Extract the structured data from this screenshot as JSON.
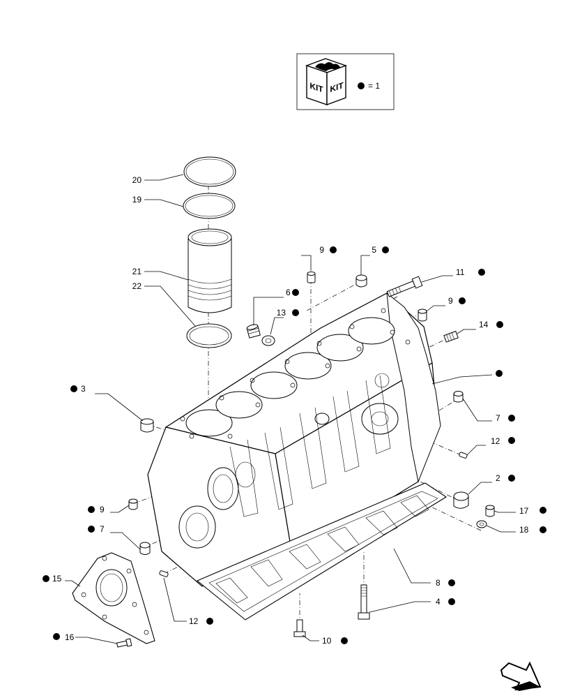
{
  "kit_legend": {
    "icon_text_left": "KIT",
    "icon_text_right": "KIT",
    "equals_text": "= 1"
  },
  "callouts": [
    {
      "id": "c20",
      "number": "20",
      "kit_dot": false
    },
    {
      "id": "c19",
      "number": "19",
      "kit_dot": false
    },
    {
      "id": "c21",
      "number": "21",
      "kit_dot": false
    },
    {
      "id": "c22",
      "number": "22",
      "kit_dot": false
    },
    {
      "id": "c9a",
      "number": "9",
      "kit_dot": true
    },
    {
      "id": "c5",
      "number": "5",
      "kit_dot": true
    },
    {
      "id": "c11",
      "number": "11",
      "kit_dot": true
    },
    {
      "id": "c6",
      "number": "6",
      "kit_dot": true
    },
    {
      "id": "c13",
      "number": "13",
      "kit_dot": true
    },
    {
      "id": "c9b",
      "number": "9",
      "kit_dot": true
    },
    {
      "id": "c14",
      "number": "14",
      "kit_dot": true
    },
    {
      "id": "c1",
      "number": "",
      "kit_dot": true
    },
    {
      "id": "c3",
      "number": "3",
      "kit_dot": true
    },
    {
      "id": "c7a",
      "number": "7",
      "kit_dot": true
    },
    {
      "id": "c12a",
      "number": "12",
      "kit_dot": true
    },
    {
      "id": "c2",
      "number": "2",
      "kit_dot": true
    },
    {
      "id": "c9c",
      "number": "9",
      "kit_dot": true
    },
    {
      "id": "c7b",
      "number": "7",
      "kit_dot": true
    },
    {
      "id": "c17",
      "number": "17",
      "kit_dot": true
    },
    {
      "id": "c18",
      "number": "18",
      "kit_dot": true
    },
    {
      "id": "c15",
      "number": "15",
      "kit_dot": true
    },
    {
      "id": "c8",
      "number": "8",
      "kit_dot": true
    },
    {
      "id": "c4",
      "number": "4",
      "kit_dot": true
    },
    {
      "id": "c16",
      "number": "16",
      "kit_dot": true
    },
    {
      "id": "c12b",
      "number": "12",
      "kit_dot": true
    },
    {
      "id": "c10",
      "number": "10",
      "kit_dot": true
    }
  ],
  "nav_arrow": {
    "icon": "next-page-arrow-icon"
  }
}
